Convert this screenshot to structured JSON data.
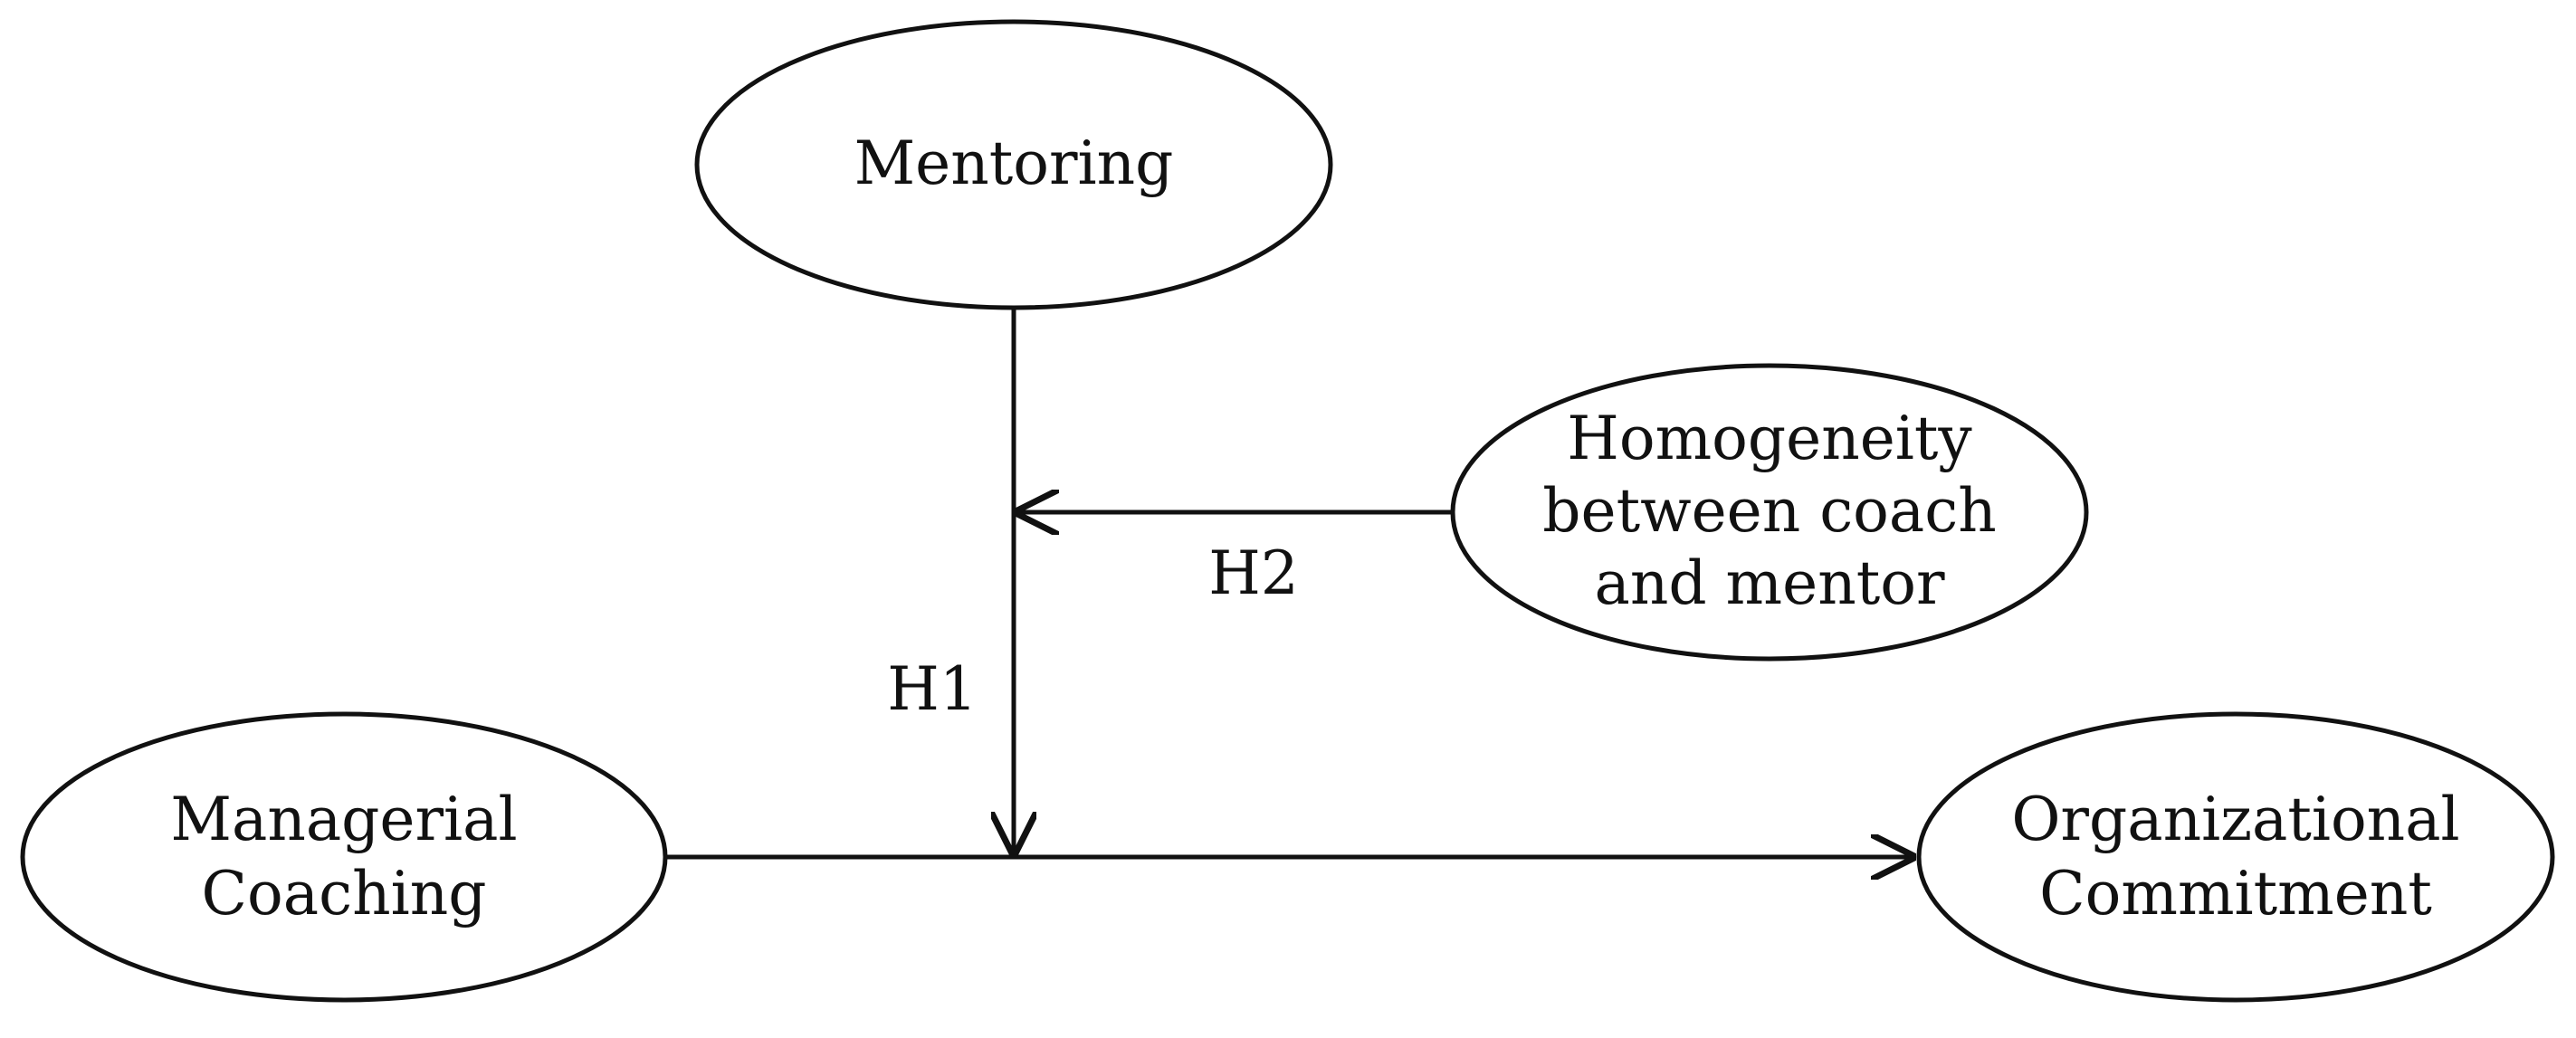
{
  "nodes": {
    "mentoring": {
      "lines": [
        "Mentoring"
      ]
    },
    "homogeneity": {
      "lines": [
        "Homogeneity",
        "between coach",
        "and mentor"
      ]
    },
    "managerial_coaching": {
      "lines": [
        "Managerial",
        "Coaching"
      ]
    },
    "organizational_commitment": {
      "lines": [
        "Organizational",
        "Commitment"
      ]
    }
  },
  "edges": {
    "h1": {
      "label": "H1"
    },
    "h2": {
      "label": "H2"
    }
  },
  "colors": {
    "stroke": "#111111",
    "text": "#111111",
    "background": "#ffffff"
  }
}
